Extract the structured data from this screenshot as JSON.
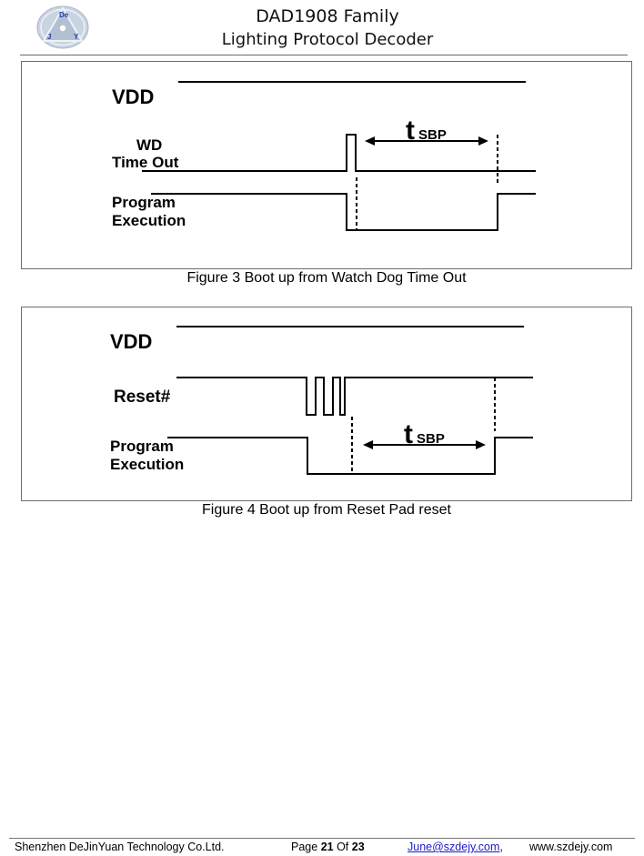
{
  "header": {
    "logo": {
      "icon": "dejy-logo-icon",
      "letters": [
        "De",
        "J",
        "Y"
      ],
      "color": "#b7c4d6",
      "letter_color": "#1f3fa8"
    },
    "title_line1": "DAD1908 Family",
    "title_line2": "Lighting Protocol Decoder"
  },
  "figures": [
    {
      "caption": "Figure 3 Boot up from Watch Dog Time Out",
      "signals": {
        "vdd": "VDD",
        "trigger_line1": "WD",
        "trigger_line2": "Time Out",
        "exec_line1": "Program",
        "exec_line2": "Execution"
      },
      "timing": {
        "symbol": "t",
        "subscript": "SBP"
      }
    },
    {
      "caption": "Figure 4 Boot up from Reset Pad reset",
      "signals": {
        "vdd": "VDD",
        "trigger_line1": "Reset#",
        "exec_line1": "Program",
        "exec_line2": "Execution"
      },
      "timing": {
        "symbol": "t",
        "subscript": "SBP"
      }
    }
  ],
  "footer": {
    "company": "Shenzhen DeJinYuan Technology Co.Ltd.",
    "page_label": "Page",
    "page_current": "21",
    "of_label": "Of",
    "page_total": "23",
    "email": "June@szdejy.com",
    "separator": ",",
    "website": "www.szdejy.com"
  }
}
